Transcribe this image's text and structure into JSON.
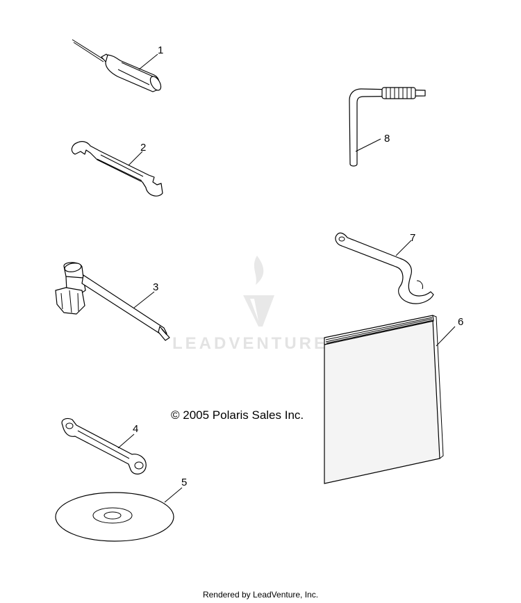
{
  "diagram": {
    "callouts": [
      "1",
      "2",
      "3",
      "4",
      "5",
      "6",
      "7",
      "8"
    ],
    "copyright": "© 2005 Polaris Sales Inc.",
    "watermark": "LEADVENTURE",
    "footer": "Rendered by LeadVenture, Inc.",
    "colors": {
      "line": "#000000",
      "watermark": "#e3e3e3",
      "manual_cover": "#f4f4f4"
    }
  }
}
